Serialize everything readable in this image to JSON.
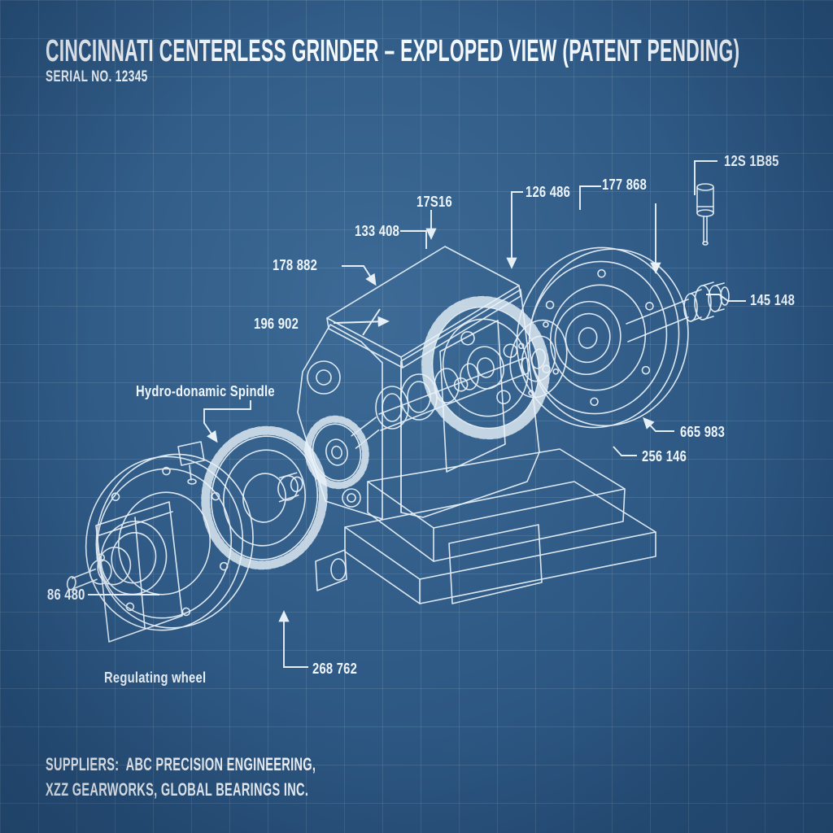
{
  "colors": {
    "background": "#2e5f8e",
    "background_edge": "#234d78",
    "grid_line": "#7fa3c2",
    "line_art": "#e9f2f9",
    "text": "#f3f8fc"
  },
  "title_block": {
    "title": "CINCINNATI CENTERLESS GRINDER – EXPLOPED VIEW (PATENT PENDING)",
    "serial": "SERIAL NO. 12345"
  },
  "labels": [
    {
      "text": "12S 1B85"
    },
    {
      "text": "177 868"
    },
    {
      "text": "126 486"
    },
    {
      "text": "17S16"
    },
    {
      "text": "133 408"
    },
    {
      "text": "178 882"
    },
    {
      "text": "196 902"
    },
    {
      "text": "145 148"
    },
    {
      "text": "665 983"
    },
    {
      "text": "256 146"
    },
    {
      "text": "Hydro-donamic Spindle"
    },
    {
      "text": "86 480"
    },
    {
      "text": "Regulating wheel"
    },
    {
      "text": "268 762"
    }
  ],
  "suppliers": {
    "line1": "SUPPLIERS:  ABC PRECISION ENGINEERING,",
    "line2": "XZZ GEARWORKS, GLOBAL BEARINGS INC."
  }
}
